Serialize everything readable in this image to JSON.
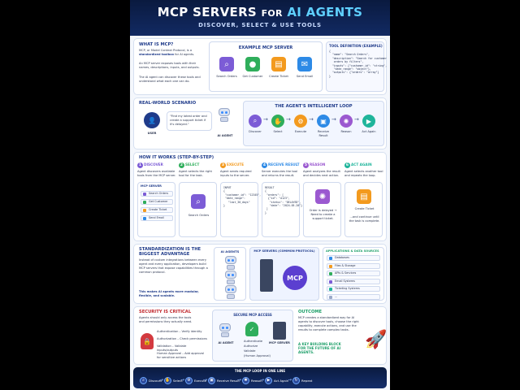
{
  "header": {
    "title_a": "MCP SERVERS",
    "title_for": "FOR",
    "title_b": "AI AGENTS",
    "subtitle": "DISCOVER, SELECT & USE TOOLS"
  },
  "what": {
    "title": "WHAT IS MCP?",
    "p1a": "MCP, or Model Context Protocol, is a ",
    "p1b": "standardized toolbox",
    "p1c": " for AI agents.",
    "p2": "An MCP server exposes tools with their names, descriptions, inputs, and outputs.",
    "p3": "The AI agent can discover these tools and understand what each one can do."
  },
  "example": {
    "title": "EXAMPLE MCP SERVER",
    "tools": [
      {
        "label": "Search Orders",
        "color": "#7c5cd6",
        "icon": "magnifier-icon"
      },
      {
        "label": "Get Customer",
        "color": "#2fae5b",
        "icon": "person-icon"
      },
      {
        "label": "Create Ticket",
        "color": "#f39a1e",
        "icon": "ticket-icon"
      },
      {
        "label": "Send Email",
        "color": "#2d8ae6",
        "icon": "envelope-icon"
      }
    ]
  },
  "tooldef": {
    "title": "TOOL DEFINITION (EXAMPLE)",
    "code": "{\n  \"name\": \"Search Orders\",\n  \"description\": \"Search for customer\n   orders by filters\",\n  \"inputs\": {\"customer_id\": \"string\",\n   \"date_range\": \"object\"},\n  \"outputs\": {\"orders\": \"array\"}\n}"
  },
  "scenario": {
    "title": "REAL-WORLD SCENARIO",
    "user": "USER",
    "quote": "\"Find my latest order and create a support ticket if it's delayed.\"",
    "agent": "AI AGENT",
    "loop_title": "THE AGENT'S INTELLIGENT LOOP",
    "loop": [
      {
        "label": "Discover",
        "color": "#7c5cd6"
      },
      {
        "label": "Select",
        "color": "#2fae5b"
      },
      {
        "label": "Execute",
        "color": "#f39a1e"
      },
      {
        "label": "Receive Result",
        "color": "#2d8ae6"
      },
      {
        "label": "Reason",
        "color": "#9b59d0"
      },
      {
        "label": "Act Again",
        "color": "#1fb59b"
      }
    ]
  },
  "how": {
    "title": "HOW IT WORKS (STEP-BY-STEP)",
    "steps": [
      {
        "n": "1",
        "title": "DISCOVER",
        "color": "#7c5cd6",
        "desc": "Agent discovers available tools from the MCP server."
      },
      {
        "n": "2",
        "title": "SELECT",
        "color": "#2fae5b",
        "desc": "Agent selects the right tool for the task."
      },
      {
        "n": "3",
        "title": "EXECUTE",
        "color": "#f39a1e",
        "desc": "Agent sends required inputs to the server."
      },
      {
        "n": "4",
        "title": "RECEIVE RESULT",
        "color": "#2d8ae6",
        "desc": "Server executes the tool and returns the result."
      },
      {
        "n": "5",
        "title": "REASON",
        "color": "#9b59d0",
        "desc": "Agent analyzes the result and decides next action."
      },
      {
        "n": "6",
        "title": "ACT AGAIN",
        "color": "#1fb59b",
        "desc": "Agent selects another tool and repeats the loop."
      }
    ],
    "server_label": "MCP SERVER",
    "server_items": [
      "Search Orders",
      "Get Customer",
      "Create Ticket",
      "Send Email"
    ],
    "select_label": "Search Orders",
    "input_code": "INPUT\n{\n \"customer_id\": \"12345\",\n \"date_range\":\n   \"last_30_days\"\n}",
    "result_code": "RESULT\n{\n \"orders\": [\n  {\"id\": \"A123\",\n   \"status\": \"DELAYED\",\n   \"date\": \"2024-05-20\"}\n ]\n}",
    "reason_note": "Order is delayed → Need to create a support ticket.",
    "act_label": "Create Ticket",
    "act_note": "...and continue until the task is complete."
  },
  "standard": {
    "title": "STANDARDIZATION IS THE BIGGEST ADVANTAGE",
    "p1": "Instead of custom integrations between every agent and every application, developers build MCP servers that expose capabilities through a common protocol.",
    "p2": "This makes AI agents more modular, flexible, and scalable.",
    "agents_label": "AI AGENTS",
    "servers_label": "MCP SERVERS (COMMON PROTOCOL)",
    "mcp": "MCP",
    "apps_label": "APPLICATIONS & DATA SOURCES",
    "apps": [
      "Databases",
      "Files & Storage",
      "APIs & Services",
      "Email Systems",
      "Ticketing Systems",
      "..."
    ]
  },
  "security": {
    "title": "SECURITY IS CRITICAL",
    "p1": "Agents should only access the tools and permissions they actually need.",
    "items": [
      "Authentication – Verify identity",
      "Authorization – Check permissions",
      "Validation – Validate inputs/outputs",
      "Human Approval – Add approval for sensitive actions"
    ],
    "access_title": "SECURE MCP ACCESS",
    "agent": "AI AGENT",
    "server": "MCP SERVER",
    "checks": [
      "Authenticate",
      "Authorize",
      "Validate",
      "(Human Approval)"
    ]
  },
  "outcome": {
    "title": "OUTCOME",
    "p1": "MCP creates a standardized way for AI agents to discover tools, choose the right capability, execute actions, and use the results to complete complex tasks.",
    "kb": "A KEY BUILDING BLOCK FOR THE FUTURE OF AI AGENTS."
  },
  "footer": {
    "title": "THE MCP LOOP IN ONE LINE",
    "items": [
      "Discover",
      "Select",
      "Execute",
      "Receive Result",
      "Reason",
      "Act Again",
      "Repeat"
    ]
  }
}
